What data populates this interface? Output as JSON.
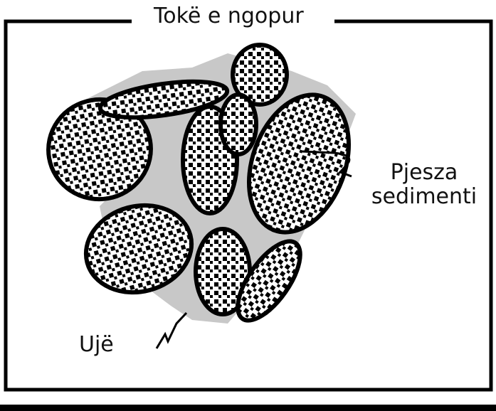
{
  "diagram": {
    "title": "Tokë e ngopur",
    "labels": {
      "sediment_line1": "Pjesza",
      "sediment_line2": "sedimenti",
      "water": "Ujë"
    },
    "colors": {
      "water_fill": "#c8c8c8",
      "outline": "#000000",
      "dot": "#000000",
      "particle_bg": "#ffffff"
    }
  }
}
